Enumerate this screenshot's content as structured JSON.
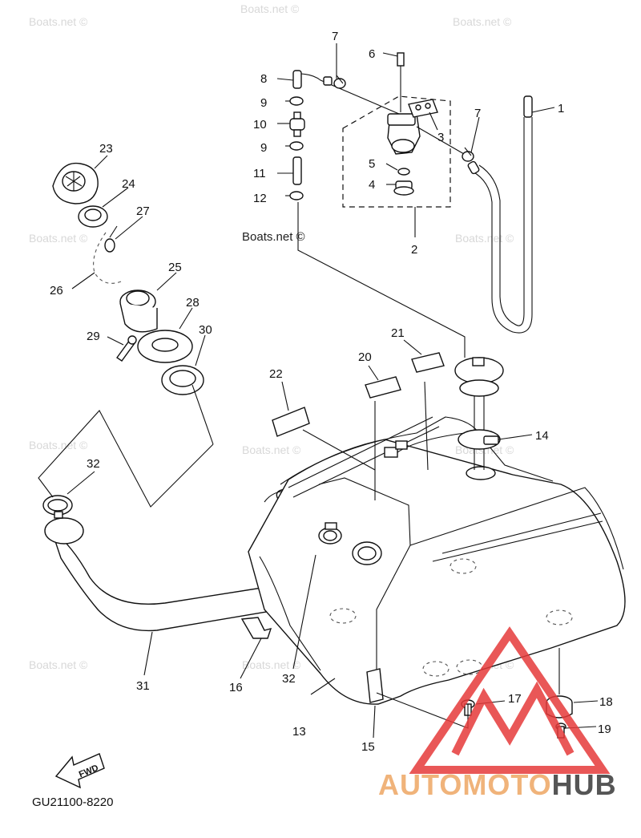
{
  "diagram": {
    "watermark": "Boats.net ©",
    "drawing_code": "GU21100-8220",
    "fwd_label": "FWD",
    "logo": {
      "part1": "AUTOMOTO",
      "part2": "HUB",
      "color_primary": "#e63a3a",
      "color_text_accent": "#f0b37a",
      "color_text_dark": "#555555"
    },
    "callouts": [
      "1",
      "2",
      "3",
      "4",
      "5",
      "6",
      "7",
      "7",
      "8",
      "9",
      "9",
      "10",
      "11",
      "12",
      "13",
      "14",
      "15",
      "16",
      "17",
      "18",
      "19",
      "20",
      "21",
      "22",
      "23",
      "24",
      "25",
      "26",
      "27",
      "28",
      "29",
      "30",
      "31",
      "32",
      "32"
    ]
  }
}
